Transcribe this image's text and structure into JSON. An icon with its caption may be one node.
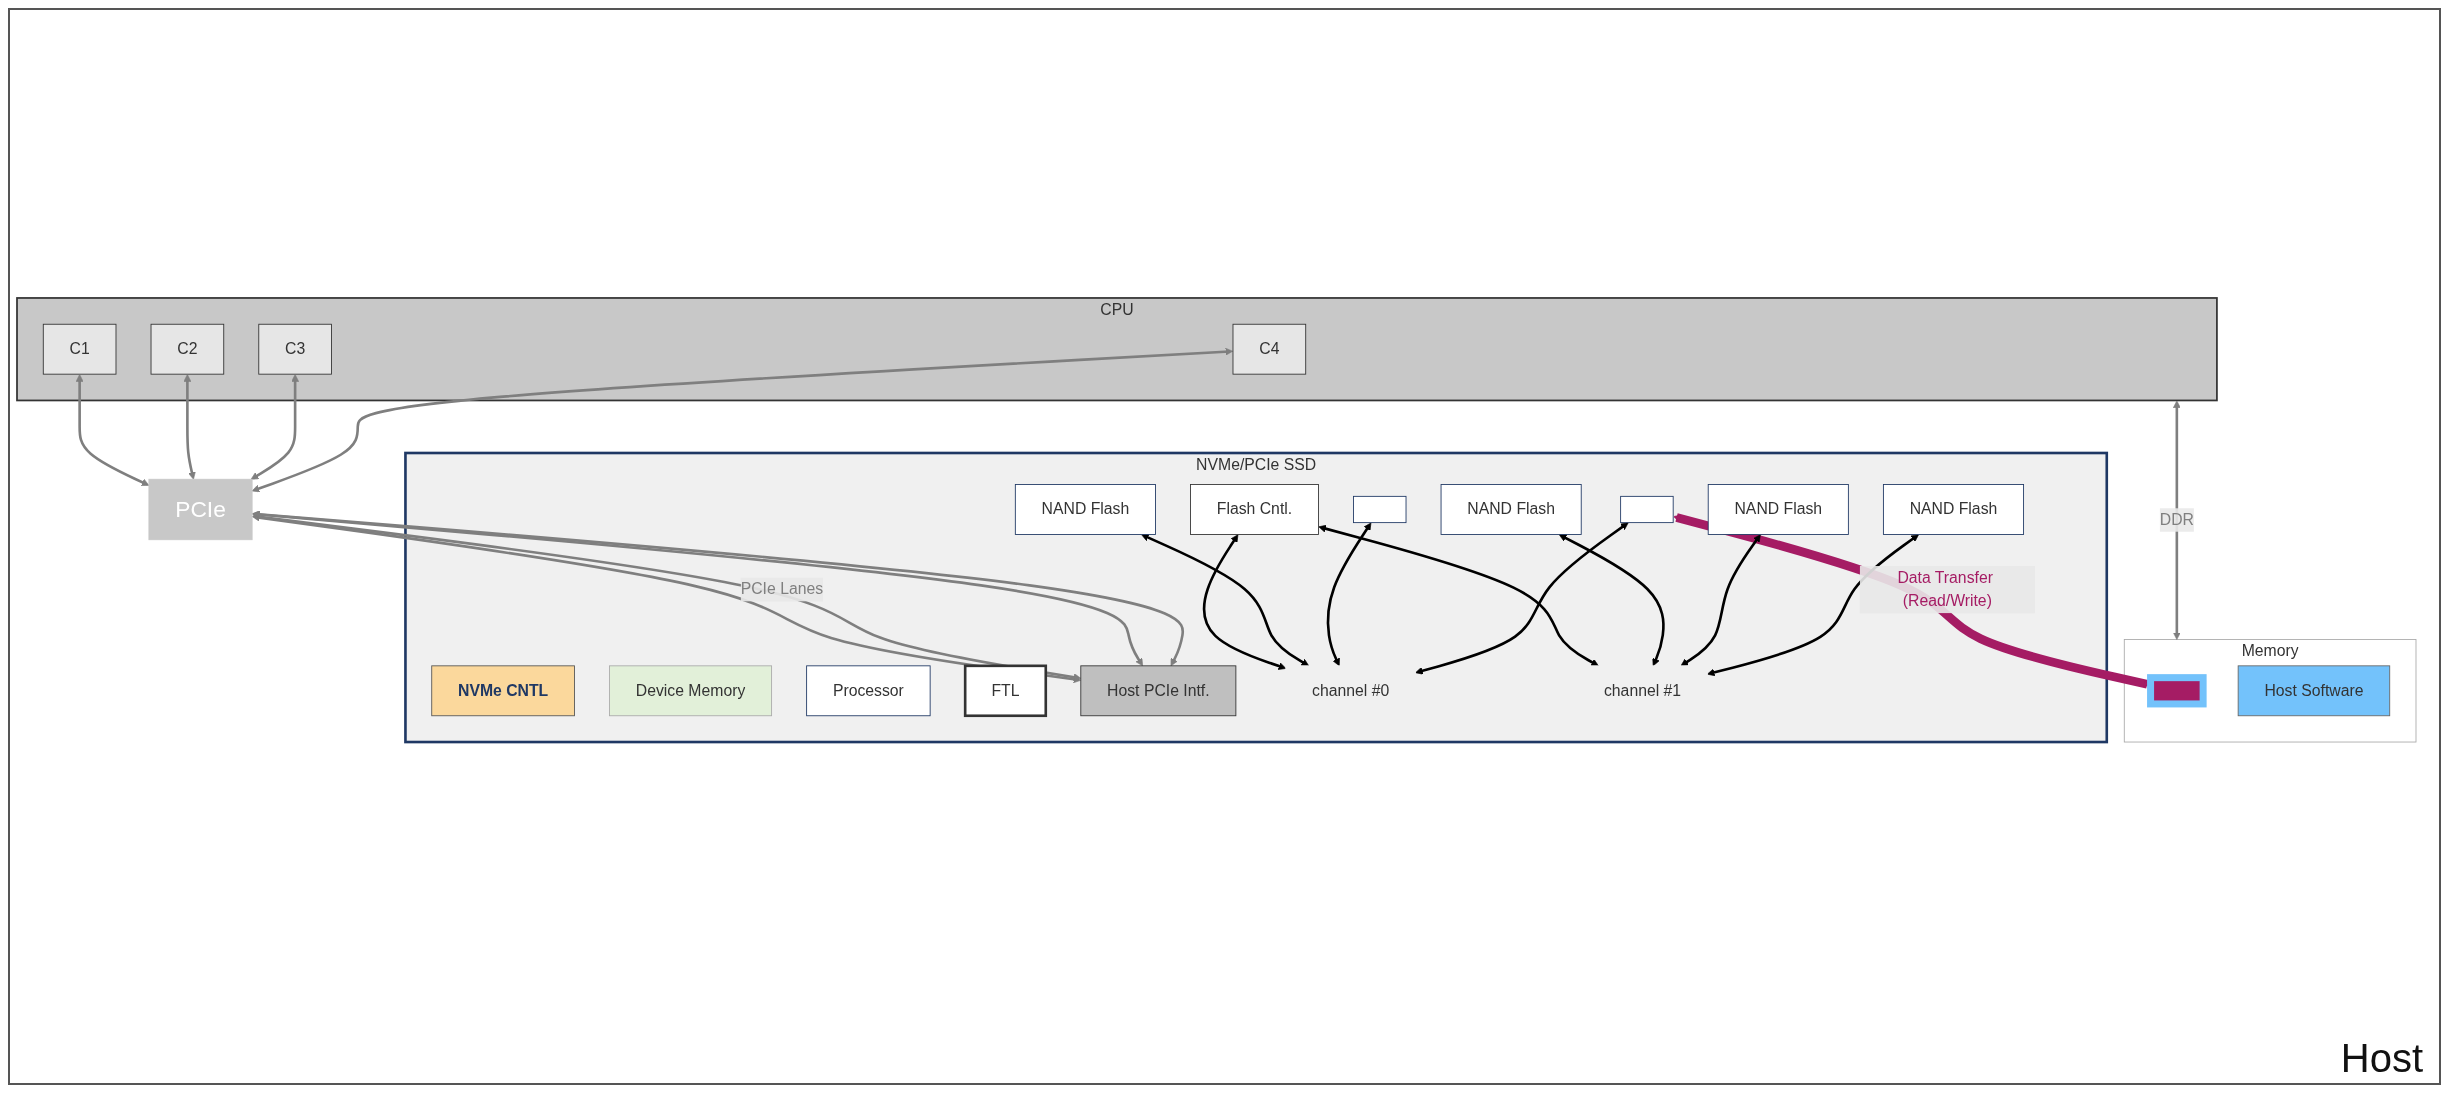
{
  "diagram": {
    "nodes": [
      {
        "text": [
          "CPU"
        ]
      },
      {
        "text": [
          "C1"
        ],
        "in": 0
      },
      {
        "text": [
          "C2"
        ],
        "in": 0
      },
      {
        "text": [
          "C3"
        ],
        "in": 0
      },
      {
        "text": [
          "C4"
        ],
        "in": 0
      },
      {
        "text": [
          "Memory"
        ]
      },
      {
        "text": [
          "Host Software"
        ],
        "in": 5
      },
      {
        "text": [],
        "shape": "box",
        "in": 5
      },
      {
        "text": [
          "PCIe"
        ]
      },
      {
        "text": [
          "NVMe/PCIe SSD"
        ]
      },
      {
        "text": [
          "NVMe CNTL"
        ],
        "in": 9
      },
      {
        "text": [
          "Host PCIe Intf."
        ],
        "in": 9
      },
      {
        "text": [
          "Device Memory"
        ],
        "in": 9
      },
      {
        "text": [
          "Processor"
        ],
        "in": 9
      },
      {
        "text": [
          "FTL"
        ],
        "in": 9
      },
      {
        "text": [
          "Flash Cntl."
        ],
        "in": 9
      },
      {
        "text": [
          "NAND Flash"
        ],
        "in": 9
      },
      {
        "text": [],
        "shape": "box",
        "in": 9
      },
      {
        "text": [],
        "shape": "box",
        "in": 9
      },
      {
        "text": [
          "channel #0"
        ],
        "in": 9
      },
      {
        "text": [
          "channel #1"
        ],
        "in": 9
      },
      {
        "text": [
          "NAND Flash"
        ],
        "in": 9
      },
      {
        "text": [
          "NAND Flash"
        ],
        "in": 9
      },
      {
        "text": [
          "NAND Flash"
        ],
        "in": 9
      }
    ],
    "edges": [
      {
        "from": 0,
        "to": 5,
        "arrow": "both",
        "label": "DDR"
      },
      {
        "from": 1,
        "to": 8,
        "arrow": "both"
      },
      {
        "from": 2,
        "to": 8,
        "arrow": "both"
      },
      {
        "from": 3,
        "to": 8,
        "arrow": "both"
      },
      {
        "from": 4,
        "to": 8,
        "arrow": "both"
      },
      {
        "from": 8,
        "to": 11,
        "arrow": "both",
        "label": "PCIe Lanes"
      },
      {
        "from": 8,
        "to": 11,
        "arrow": "both"
      },
      {
        "from": 8,
        "to": 11,
        "arrow": "both"
      },
      {
        "from": 8,
        "to": 11,
        "arrow": "both"
      },
      {
        "from": 18,
        "to": 7,
        "arrow": "both",
        "label": "Data Transfer (Read/Write)",
        "style": "thick",
        "color": "#a51c64"
      },
      {
        "from": 15,
        "to": 19,
        "arrow": "both",
        "color": "#000000"
      },
      {
        "from": 16,
        "to": 19,
        "arrow": "both",
        "color": "#000000"
      },
      {
        "from": 17,
        "to": 19,
        "arrow": "both",
        "color": "#000000"
      },
      {
        "from": 18,
        "to": 19,
        "arrow": "both",
        "color": "#000000"
      },
      {
        "from": 15,
        "to": 20,
        "arrow": "both",
        "color": "#000000"
      },
      {
        "from": 21,
        "to": 20,
        "arrow": "both",
        "color": "#000000"
      },
      {
        "from": 22,
        "to": 20,
        "arrow": "both",
        "color": "#000000"
      },
      {
        "from": 23,
        "to": 20,
        "arrow": "both",
        "color": "#000000"
      }
    ],
    "labels": [
      "Host"
    ]
  }
}
